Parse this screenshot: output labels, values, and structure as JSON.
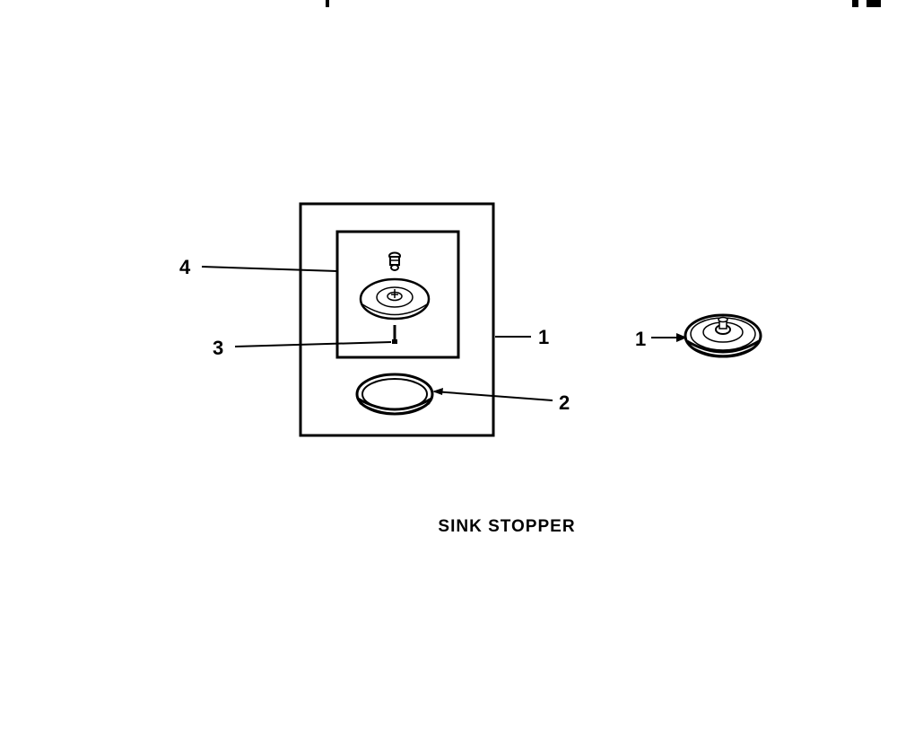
{
  "caption": "SINK STOPPER",
  "callouts": {
    "package_kit": "1",
    "gasket": "2",
    "screw": "3",
    "stopper_assembly": "4",
    "stopper_alt": "1"
  },
  "colors": {
    "ink": "#000000",
    "paper": "#ffffff"
  }
}
